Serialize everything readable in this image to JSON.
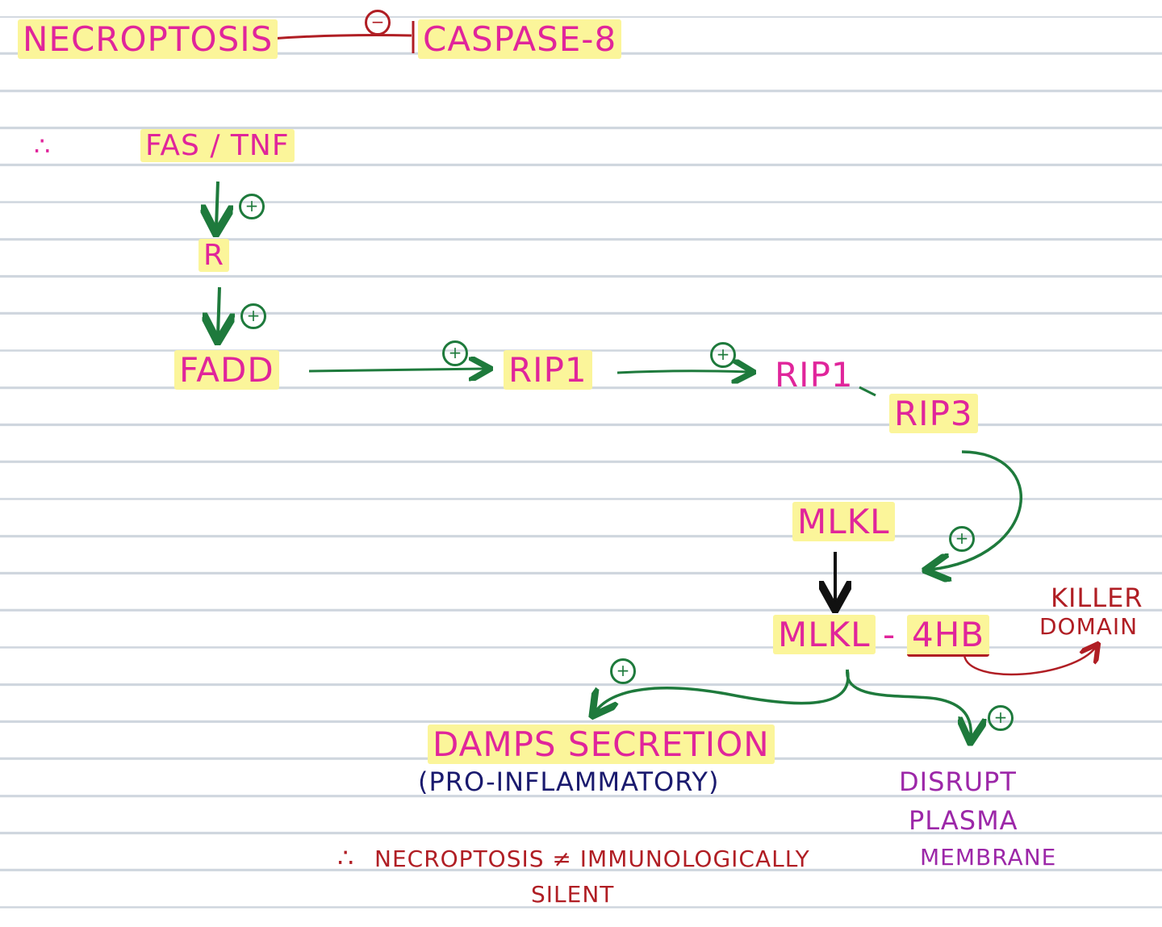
{
  "nodes": {
    "necroptosis": "NECROPTOSIS",
    "caspase8": "CASPASE-8",
    "therefore1": "∴",
    "fas_tnf": "FAS / TNF",
    "r": "R",
    "fadd": "FADD",
    "rip1_a": "RIP1",
    "rip1_b": "RIP1",
    "rip3": "RIP3",
    "mlkl": "MLKL",
    "mlkl_4hb_left": "MLKL",
    "dash": "-",
    "mlkl_4hb_right": "4HB",
    "killer": "KILLER",
    "domain": "DOMAIN",
    "damps": "DAMPS SECRETION",
    "pro_inflammatory": "(PRO-INFLAMMATORY)",
    "disrupt": "DISRUPT",
    "plasma": "PLASMA",
    "membrane": "MEMBRANE",
    "therefore2": "∴",
    "conclusion_line1": "NECROPTOSIS ≠ IMMUNOLOGICALLY",
    "conclusion_line2": "SILENT"
  },
  "signs": {
    "inhibit": "−",
    "activate": "+"
  },
  "colors": {
    "pink": "#e0259b",
    "green": "#1e7a3c",
    "darkred": "#b01e24",
    "navy": "#1a1a6e",
    "purple": "#9c27a8",
    "highlight": "#fbf59a",
    "black": "#111111"
  }
}
